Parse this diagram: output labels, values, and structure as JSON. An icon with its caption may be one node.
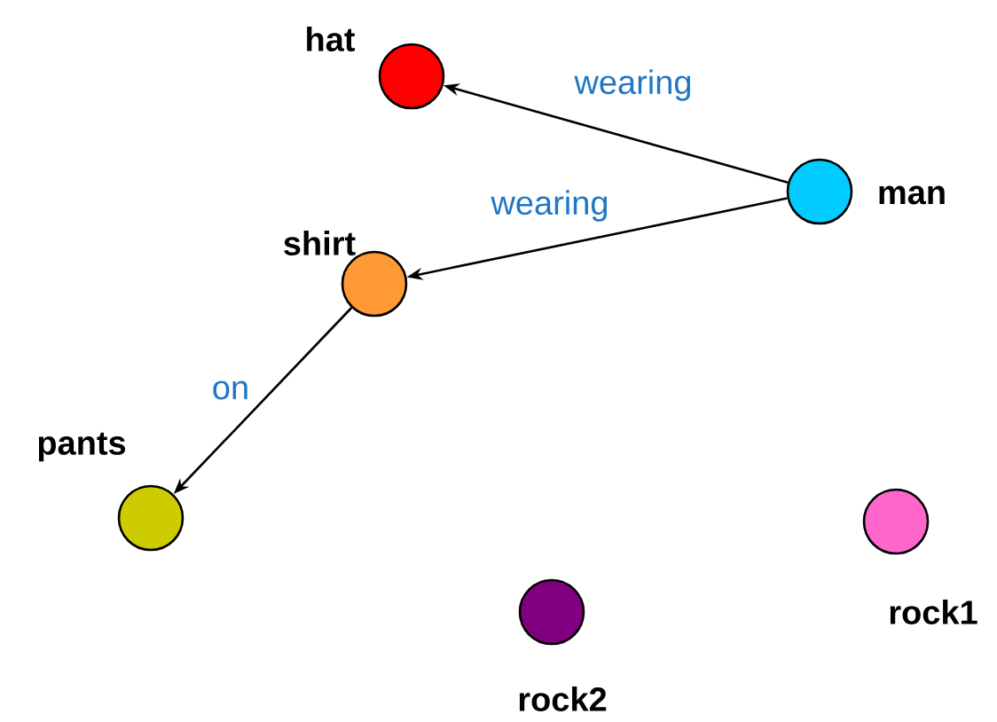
{
  "diagram": {
    "nodes": [
      {
        "text": [
          "hat"
        ]
      },
      {
        "text": [
          "man"
        ]
      },
      {
        "text": [
          "shirt"
        ]
      },
      {
        "text": [
          "pants"
        ]
      },
      {
        "text": [
          "rock1"
        ]
      },
      {
        "text": [
          "rock2"
        ]
      }
    ],
    "edges": [
      {
        "from": 1,
        "to": 0,
        "arrow": "to",
        "label": "wearing"
      },
      {
        "from": 1,
        "to": 2,
        "arrow": "to",
        "label": "wearing"
      },
      {
        "from": 2,
        "to": 3,
        "arrow": "to",
        "label": "on"
      }
    ]
  }
}
